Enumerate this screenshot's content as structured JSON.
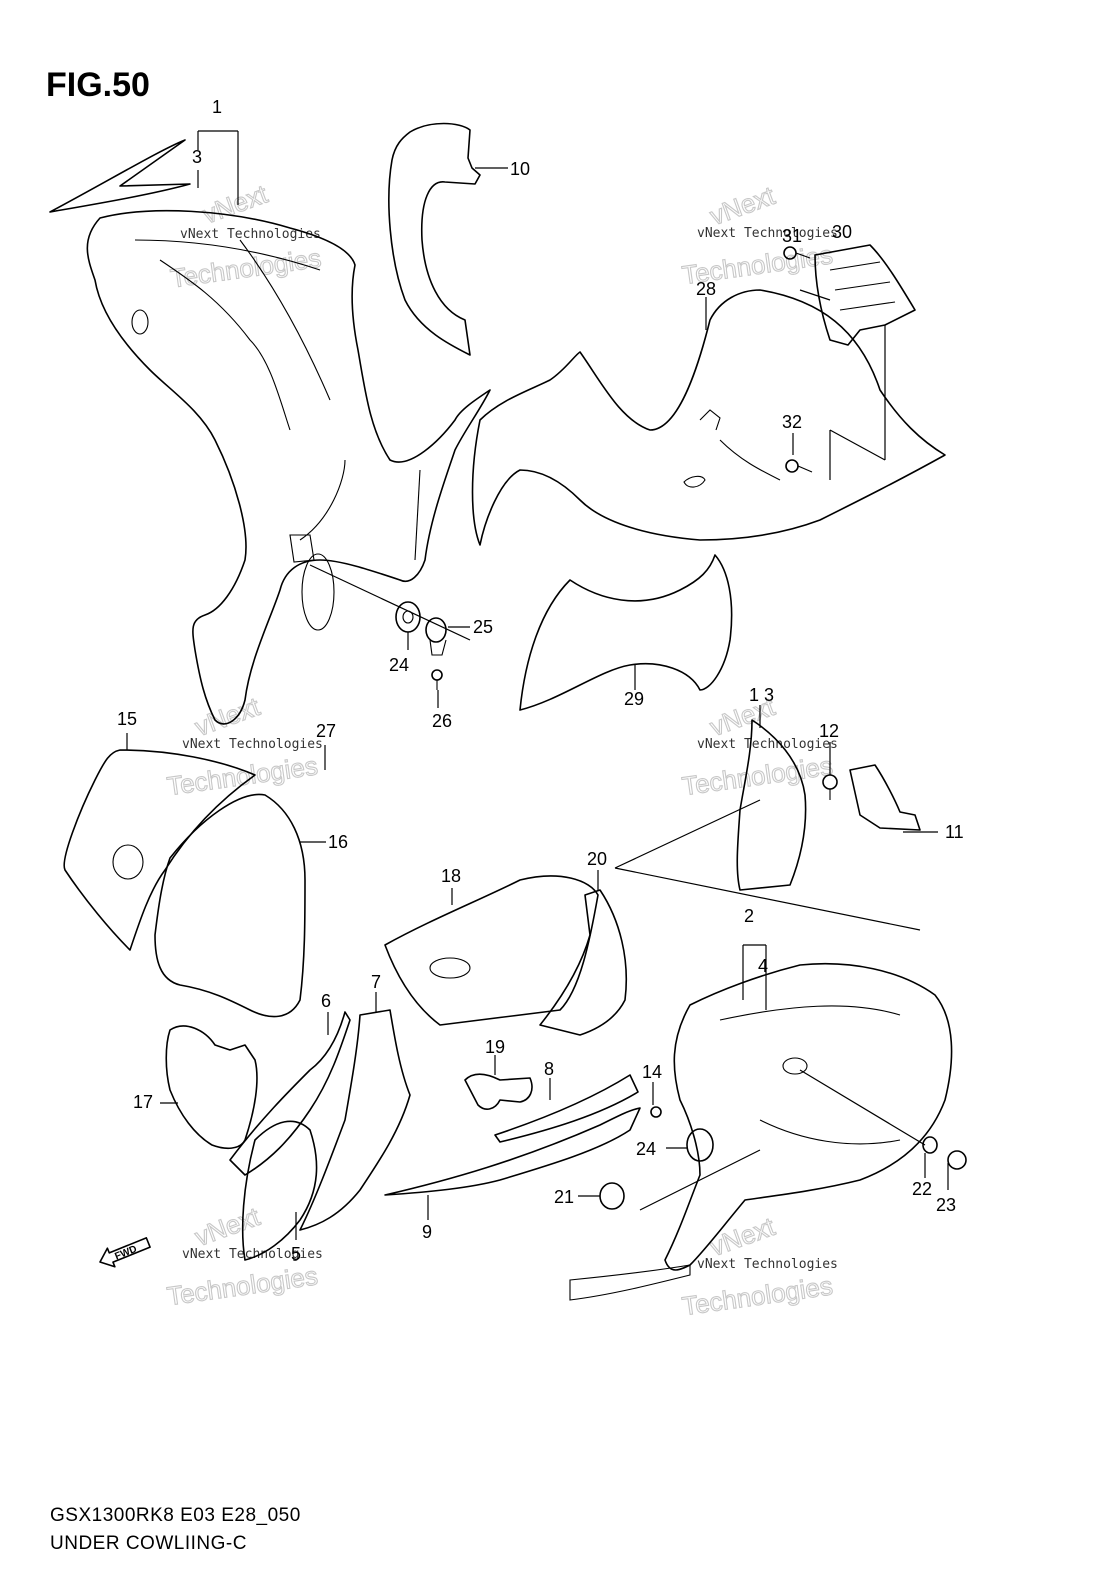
{
  "figure": {
    "title": "FIG.50",
    "model_code": "GSX1300RK8 E03 E28_050",
    "section_title": "UNDER COWLIING-C"
  },
  "callouts": [
    {
      "id": "c1",
      "label": "1"
    },
    {
      "id": "c3",
      "label": "3"
    },
    {
      "id": "c10",
      "label": "10"
    },
    {
      "id": "c31",
      "label": "31"
    },
    {
      "id": "c30",
      "label": "30"
    },
    {
      "id": "c28",
      "label": "28"
    },
    {
      "id": "c32",
      "label": "32"
    },
    {
      "id": "c25",
      "label": "25"
    },
    {
      "id": "c24a",
      "label": "24"
    },
    {
      "id": "c26",
      "label": "26"
    },
    {
      "id": "c29",
      "label": "29"
    },
    {
      "id": "c15",
      "label": "15"
    },
    {
      "id": "c27",
      "label": "27"
    },
    {
      "id": "c13",
      "label": "1 3"
    },
    {
      "id": "c12",
      "label": "12"
    },
    {
      "id": "c11",
      "label": "11"
    },
    {
      "id": "c16",
      "label": "16"
    },
    {
      "id": "c18",
      "label": "18"
    },
    {
      "id": "c20",
      "label": "20"
    },
    {
      "id": "c2",
      "label": "2"
    },
    {
      "id": "c4",
      "label": "4"
    },
    {
      "id": "c7",
      "label": "7"
    },
    {
      "id": "c6",
      "label": "6"
    },
    {
      "id": "c19",
      "label": "19"
    },
    {
      "id": "c8",
      "label": "8"
    },
    {
      "id": "c14",
      "label": "14"
    },
    {
      "id": "c17",
      "label": "17"
    },
    {
      "id": "c24b",
      "label": "24"
    },
    {
      "id": "c22",
      "label": "22"
    },
    {
      "id": "c23",
      "label": "23"
    },
    {
      "id": "c21",
      "label": "21"
    },
    {
      "id": "c9",
      "label": "9"
    },
    {
      "id": "c5",
      "label": "5"
    }
  ],
  "fwd_label": "FWD",
  "watermark": {
    "line1": "vNext Technologies",
    "line2": "Technologies",
    "line3": "vNext"
  }
}
